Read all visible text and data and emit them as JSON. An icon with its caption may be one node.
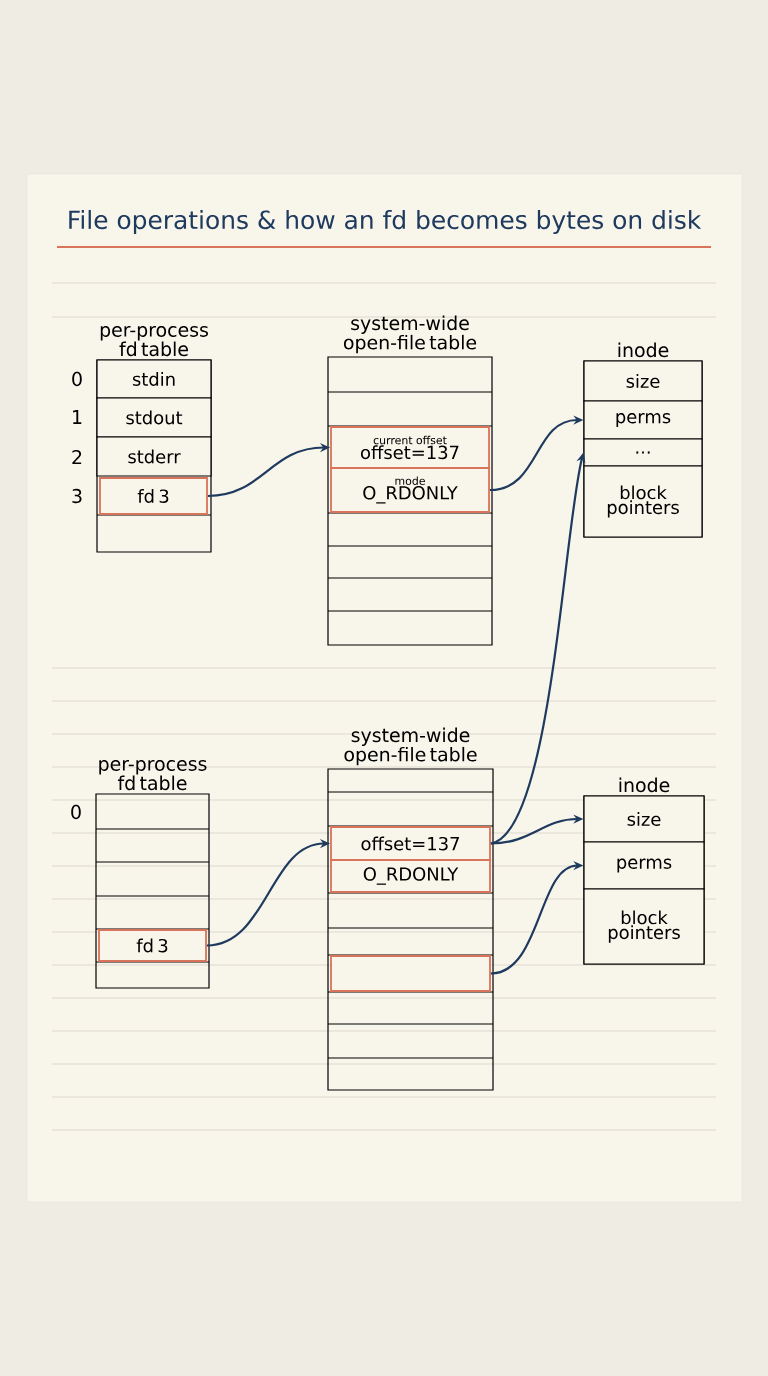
{
  "diagram": {
    "title": "File operations & how an fd becomes bytes on disk",
    "nodes": [
      {
        "text": [
          "per-process fd table"
        ]
      },
      {
        "text": [
          "stdin"
        ],
        "in": 0
      },
      {
        "text": [
          "stdout"
        ],
        "in": 0
      },
      {
        "text": [
          "stderr"
        ],
        "in": 0
      },
      {
        "text": [
          "fd 3"
        ],
        "in": 0
      },
      {
        "text": [
          "system-wide open-file table"
        ]
      },
      {
        "text": [
          "current offset",
          "offset=137"
        ],
        "in": 5
      },
      {
        "text": [
          "mode",
          "O_RDONLY"
        ],
        "in": 5
      },
      {
        "text": [
          "inode"
        ]
      },
      {
        "text": [
          "size"
        ],
        "in": 8
      },
      {
        "text": [
          "perms"
        ],
        "in": 8
      },
      {
        "text": [
          "..."
        ],
        "in": 8
      },
      {
        "text": [
          "block pointers"
        ],
        "in": 8
      },
      {
        "text": [
          "per-process fd table"
        ]
      },
      {
        "text": [
          "fd 3"
        ],
        "in": 13
      },
      {
        "text": [
          "system-wide open-file table"
        ]
      },
      {
        "text": [
          "offset=137"
        ],
        "in": 15
      },
      {
        "text": [
          "O_RDONLY"
        ],
        "in": 15
      },
      {
        "text": [],
        "shape": "box",
        "in": 15
      },
      {
        "text": [
          "inode"
        ]
      },
      {
        "text": [
          "size"
        ],
        "in": 19
      },
      {
        "text": [
          "perms"
        ],
        "in": 19
      },
      {
        "text": [
          "block pointers"
        ],
        "in": 19
      }
    ],
    "edges": [
      {
        "from": 4,
        "to": 6,
        "arrow": "to"
      },
      {
        "from": 7,
        "to": 10,
        "arrow": "to"
      },
      {
        "from": 14,
        "to": 16,
        "arrow": "to"
      },
      {
        "from": 16,
        "to": 20,
        "arrow": "to"
      },
      {
        "from": 16,
        "to": 11,
        "arrow": "to"
      },
      {
        "from": 18,
        "to": 21,
        "arrow": "to"
      }
    ],
    "labels": [
      "0",
      "1",
      "2",
      "3",
      "0"
    ]
  }
}
